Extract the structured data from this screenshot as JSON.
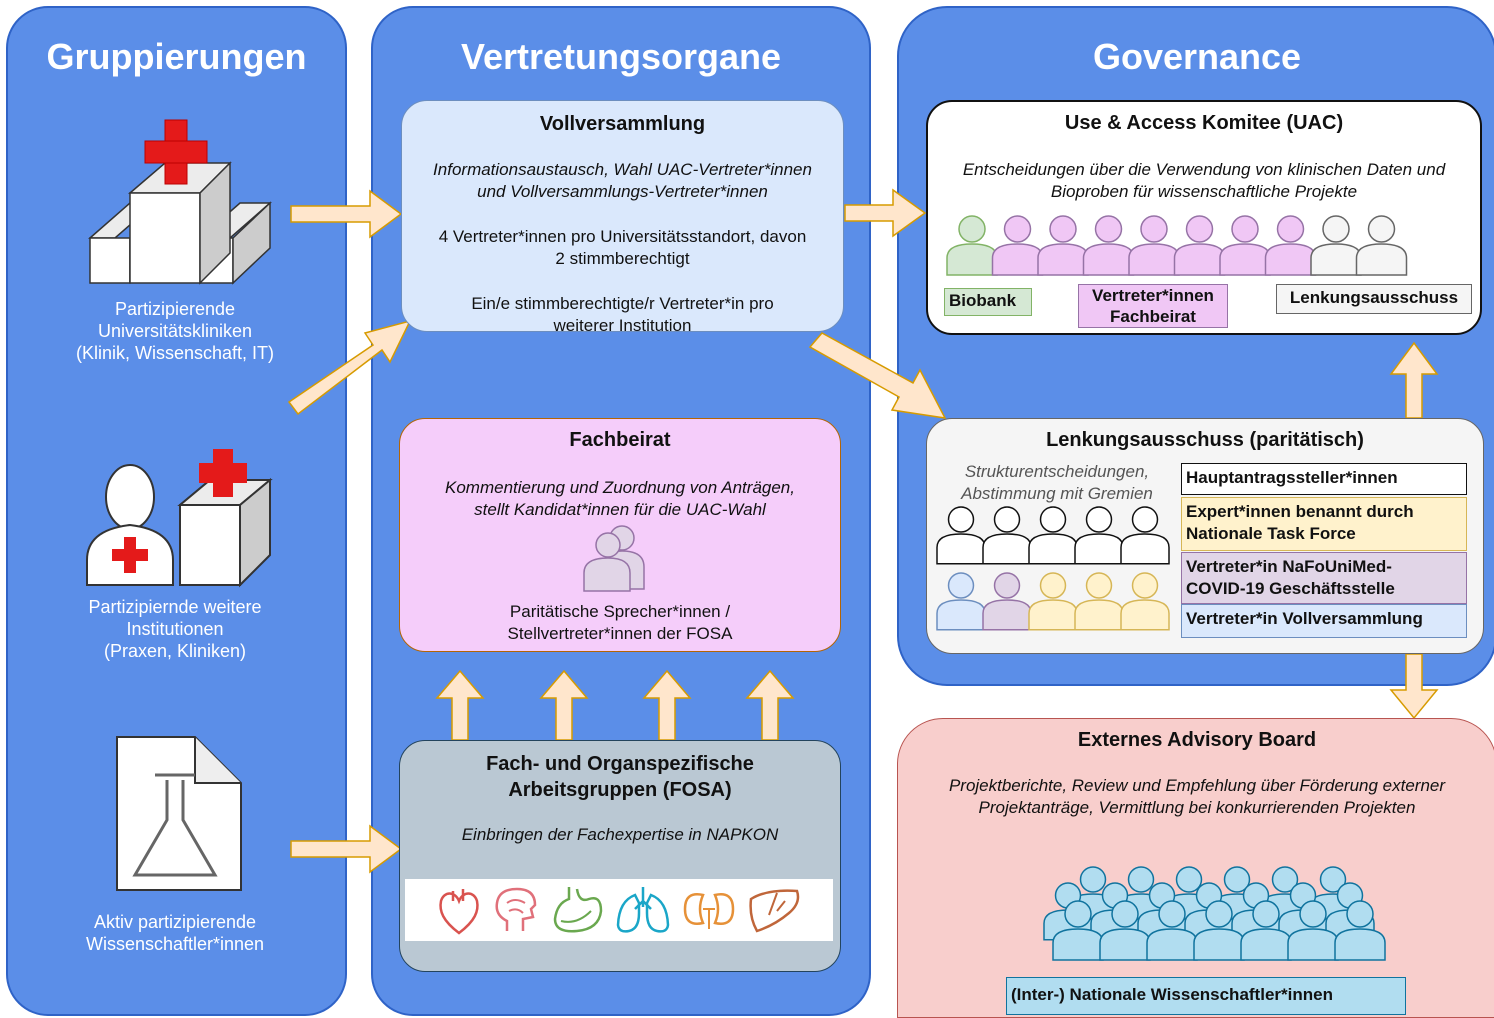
{
  "columns": {
    "groups": "Gruppierungen",
    "bodies": "Vertretungsorgane",
    "governance": "Governance"
  },
  "groups": {
    "universities": [
      "Partizipierende",
      "Universitätskliniken",
      "(Klinik, Wissenschaft, IT)"
    ],
    "institutions": [
      "Partizipiernde weitere",
      "Institutionen",
      "(Praxen, Kliniken)"
    ],
    "scientists": [
      "Aktiv partizipierende",
      "Wissenschaftler*innen"
    ]
  },
  "vollversammlung": {
    "title": "Vollversammlung",
    "desc": [
      "Informationsaustausch, Wahl UAC-Vertreter*innen",
      "und Vollversammlungs-Vertreter*innen"
    ],
    "reps": [
      "4 Vertreter*innen pro Universitätsstandort, davon",
      "2 stimmberechtigt"
    ],
    "voting": [
      "Ein/e stimmberechtigte/r Vertreter*in pro",
      "weiterer Institution"
    ]
  },
  "fachbeirat": {
    "title": "Fachbeirat",
    "desc": [
      "Kommentierung und Zuordnung von Anträgen,",
      "stellt Kandidat*innen für die UAC-Wahl"
    ],
    "speakers": [
      "Paritätische Sprecher*innen /",
      "Stellvertreter*innen der FOSA"
    ]
  },
  "fosa": {
    "title": [
      "Fach- und Organspezifische",
      "Arbeitsgruppen (FOSA)"
    ],
    "desc": "Einbringen der Fachexpertise in NAPKON"
  },
  "uac": {
    "title": "Use & Access Komitee (UAC)",
    "desc": [
      "Entscheidungen über die Verwendung von klinischen Daten und",
      "Bioproben für wissenschaftliche Projekte"
    ],
    "tag_biobank": "Biobank",
    "tag_fachbeirat": [
      "Vertreter*innen",
      "Fachbeirat"
    ],
    "tag_lenkung": "Lenkungsausschuss"
  },
  "lenkung": {
    "title": "Lenkungsausschuss (paritätisch)",
    "desc": [
      "Strukturentscheidungen,",
      "Abstimmung mit Gremien"
    ],
    "rows": [
      [
        "Hauptantragssteller*innen"
      ],
      [
        "Expert*innen benannt durch",
        "Nationale Task Force"
      ],
      [
        "Vertreter*in NaFoUniMed-",
        "COVID-19 Geschäftsstelle"
      ],
      [
        "Vertreter*in Vollversammlung"
      ]
    ]
  },
  "advisory": {
    "title": "Externes Advisory Board",
    "desc": [
      "Projektberichte, Review und Empfehlung über Förderung externer",
      "Projektanträge, Vermittlung bei konkurrierenden Projekten"
    ],
    "tag": "(Inter-) Nationale Wissenschaftler*innen"
  },
  "colors": {
    "column_blue": "#5b8ee8",
    "vollversammlung": "#dae8fc",
    "fachbeirat": "#f5cdfa",
    "fosa": "#bac8d3",
    "advisory": "#f8cecc",
    "arrow": "#ffe6cc",
    "biobank": "#d5e8d4",
    "fachbeirat_tag": "#f0c7f5",
    "yellow": "#fff2cc",
    "purple": "#e1d5e7",
    "light_blue": "#dae8fc",
    "cyan": "#b1ddf0"
  },
  "icons": [
    "hospital-icon",
    "doctor-icon",
    "flask-document-icon",
    "heart-icon",
    "brain-icon",
    "stomach-icon",
    "lungs-icon",
    "kidneys-icon",
    "liver-icon"
  ]
}
